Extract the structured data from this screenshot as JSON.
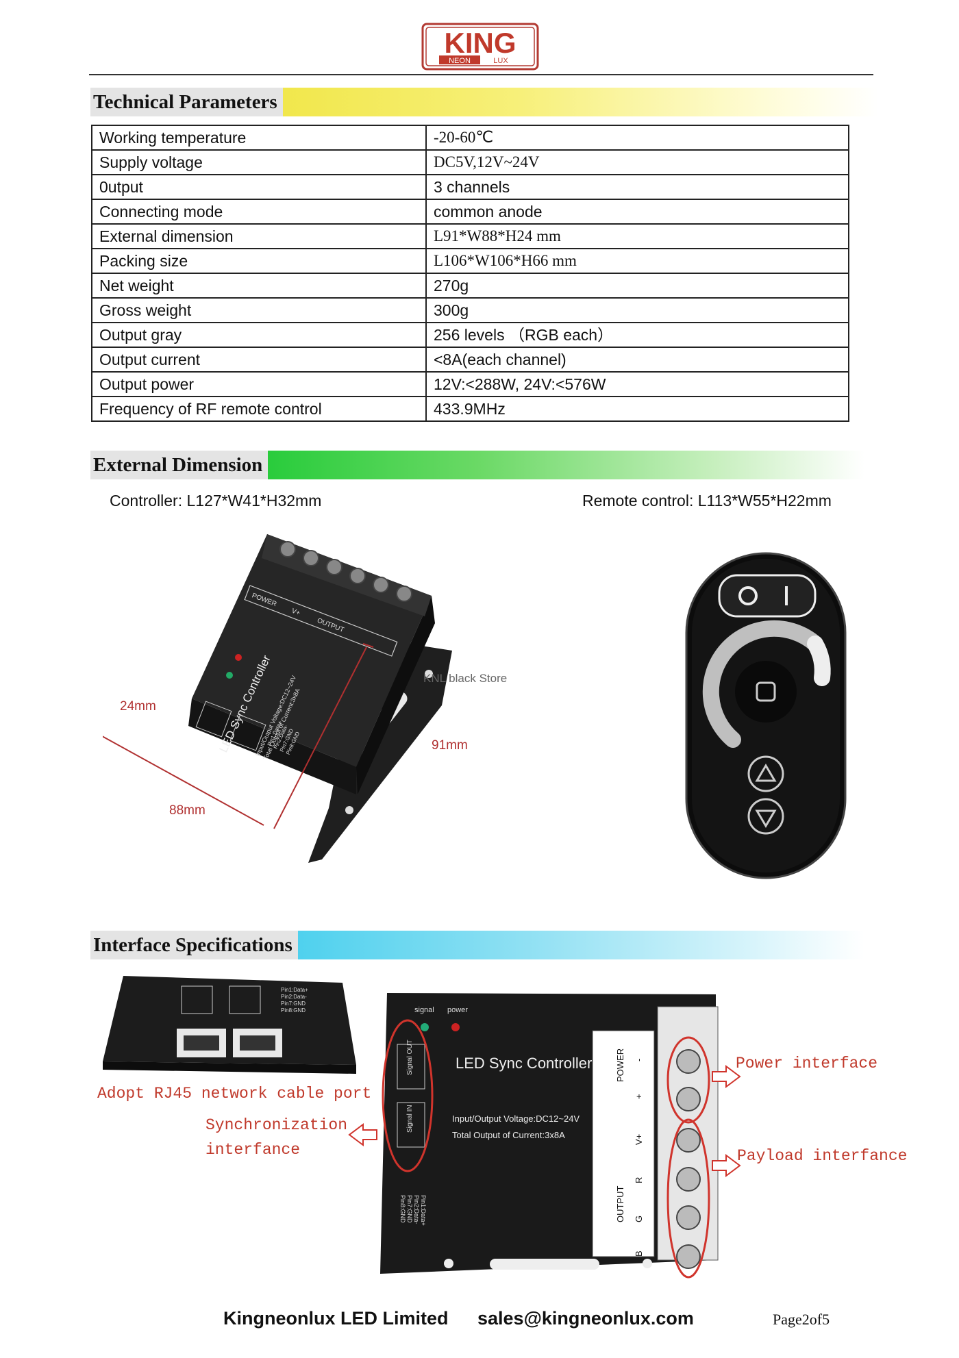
{
  "logo": {
    "brand": "KING",
    "sub_left": "NEON",
    "sub_right": "LUX"
  },
  "sections": {
    "tech": "Technical Parameters",
    "external": "External Dimension",
    "interface": "Interface Specifications"
  },
  "specs": [
    {
      "label": "Working temperature",
      "value": "-20-60℃"
    },
    {
      "label": "Supply voltage",
      "value": "DC5V,12V~24V"
    },
    {
      "label": "0utput",
      "value": "3 channels"
    },
    {
      "label": "Connecting mode",
      "value": "common anode"
    },
    {
      "label": "External dimension",
      "value": "L91*W88*H24 mm"
    },
    {
      "label": "Packing size",
      "value": "L106*W106*H66  mm"
    },
    {
      "label": "Net weight",
      "value": "270g"
    },
    {
      "label": "Gross weight",
      "value": "300g"
    },
    {
      "label": "Output gray",
      "value": "256 levels （RGB each）"
    },
    {
      "label": "Output current",
      "value": "<8A(each channel)"
    },
    {
      "label": "Output power",
      "value": "12V:<288W,    24V:<576W"
    },
    {
      "label": "Frequency of RF remote control",
      "value": "433.9MHz"
    }
  ],
  "dimensions": {
    "controller_caption": "Controller: L127*W41*H32mm",
    "remote_caption": "Remote control: L113*W55*H22mm",
    "dim_height": "24mm",
    "dim_length": "91mm",
    "dim_width": "88mm",
    "watermark": "KNL black Store",
    "device": {
      "power": "POWER",
      "minus": "-",
      "plus": "+",
      "v_plus": "V+",
      "r": "R",
      "g": "G",
      "b": "B",
      "output": "OUTPUT",
      "title": "LED Sync Controller",
      "voltage": "Input/Output Voltage:DC12~24V",
      "current": "Total Output of Current:3x8A",
      "signal": "signal",
      "power_small": "power",
      "signal_out": "Signal OUT",
      "signal_in": "Signal IN",
      "pins": [
        "Pin1:Data+",
        "Pin2:Data-",
        "Pin7:GND",
        "Pin8:GND"
      ]
    }
  },
  "interface": {
    "rj45_label": "Adopt RJ45 network cable port",
    "sync_label_1": "Synchronization",
    "sync_label_2": "interfance",
    "power_label": "Power interface",
    "payload_label": "Payload interfance"
  },
  "footer": {
    "company": "Kingneonlux LED Limited",
    "email": "sales@kingneonlux.com",
    "page": "Page2of5"
  },
  "colors": {
    "brand_red": "#c0392b",
    "device_black": "#1c1c1c",
    "annotation_red": "#d0342c"
  }
}
